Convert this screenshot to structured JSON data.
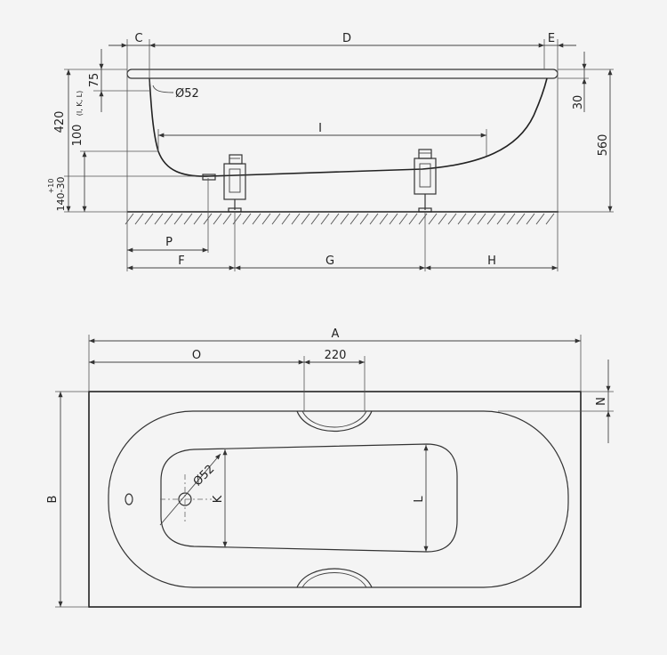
{
  "side_view": {
    "labels": {
      "C": "C",
      "D": "D",
      "E": "E",
      "I": "I",
      "P": "P",
      "F": "F",
      "G": "G",
      "H": "H",
      "d75": "75",
      "d30": "30",
      "d560": "560",
      "d420": "420",
      "d100": "100",
      "d100_note": "(I, K, L)",
      "d140": "140-30",
      "d140_note": "+10",
      "dia": "Ø52"
    }
  },
  "top_view": {
    "labels": {
      "A": "A",
      "B": "B",
      "O": "O",
      "d220": "220",
      "N": "N",
      "K": "K",
      "L": "L",
      "dia": "Ø52"
    }
  }
}
